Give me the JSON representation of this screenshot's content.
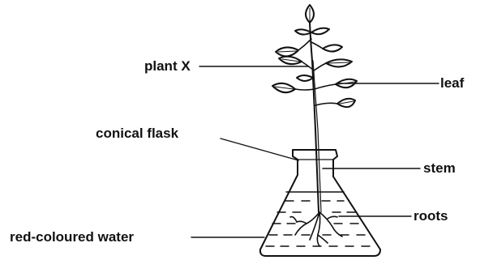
{
  "labels": {
    "plant": "plant X",
    "flask": "conical flask",
    "water": "red-coloured water",
    "leaf": "leaf",
    "stem": "stem",
    "roots": "roots"
  },
  "colors": {
    "ink": "#111111",
    "background": "#ffffff"
  }
}
